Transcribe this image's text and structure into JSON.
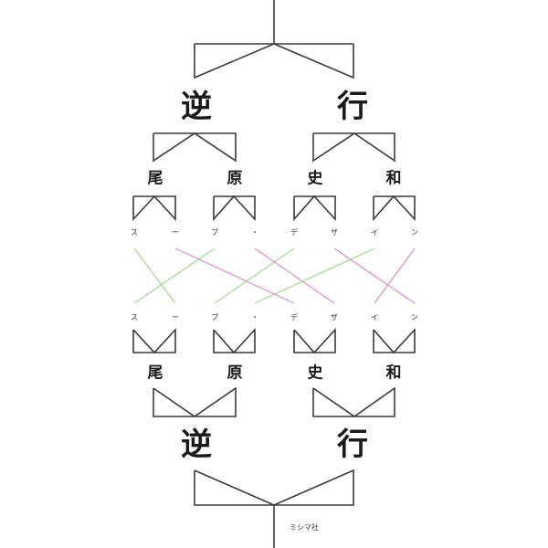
{
  "cover": {
    "title": [
      "逆",
      "行"
    ],
    "author": [
      "尾",
      "原",
      "史",
      "和"
    ],
    "designer_kana": [
      "ス",
      "ー",
      "プ",
      "・",
      "デ",
      "ザ",
      "イ",
      "ン"
    ],
    "publisher": "ミシマ社"
  },
  "colors": {
    "background": "#ffffff",
    "ink": "#1a1a1a",
    "frame_stroke": "#3a3a3a",
    "green_line": "#9fd98f",
    "pink_line": "#d98fc9"
  },
  "layout": {
    "kana_x": [
      147,
      192,
      235,
      279,
      322,
      366,
      410,
      454
    ],
    "crossings": [
      {
        "color": "green",
        "from": 0,
        "to": 1
      },
      {
        "color": "green",
        "from": 2,
        "to": 0
      },
      {
        "color": "green",
        "from": 4,
        "to": 2
      },
      {
        "color": "green",
        "from": 6,
        "to": 3
      },
      {
        "color": "pink",
        "from": 1,
        "to": 4
      },
      {
        "color": "pink",
        "from": 3,
        "to": 5
      },
      {
        "color": "pink",
        "from": 5,
        "to": 7
      },
      {
        "color": "pink",
        "from": 7,
        "to": 6
      }
    ]
  }
}
